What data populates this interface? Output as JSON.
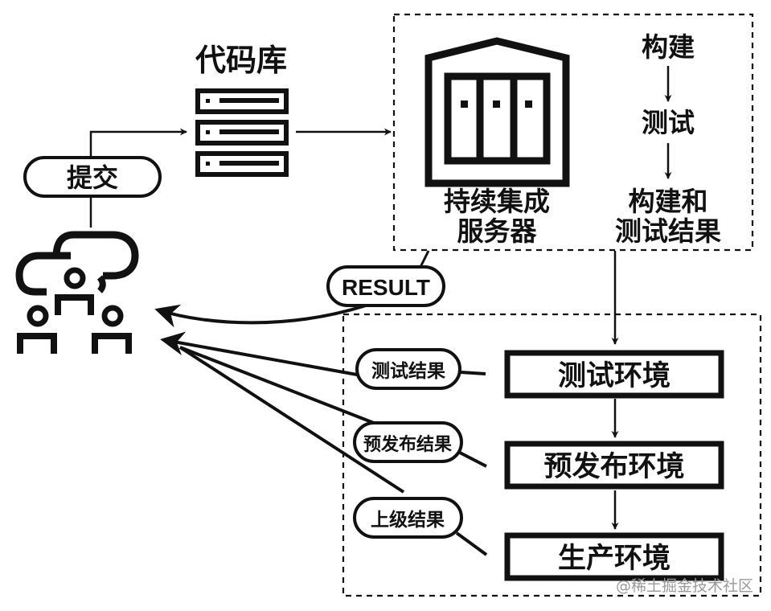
{
  "diagram": {
    "title": "CI/CD pipeline",
    "colors": {
      "ink": "#111111",
      "background": "#ffffff",
      "watermark": "#9a9a9a"
    },
    "repository": {
      "label": "代码库",
      "icon": "server-rack-icon"
    },
    "commit_label": "提交",
    "team": {
      "icon": "team-cloud-icon"
    },
    "ci_server": {
      "label_line1": "持续集成",
      "label_line2": "服务器",
      "icon": "building-icon"
    },
    "pipeline_steps": {
      "step1": "构建",
      "step2": "测试",
      "result_line1": "构建和",
      "result_line2": "测试结果"
    },
    "result_badge": "RESULT",
    "environments": [
      {
        "label": "测试环境",
        "result_label": "测试结果"
      },
      {
        "label": "预发布环境",
        "result_label": "预发布结果"
      },
      {
        "label": "生产环境",
        "result_label": "上级结果"
      }
    ],
    "watermark": "@稀土掘金技术社区"
  }
}
